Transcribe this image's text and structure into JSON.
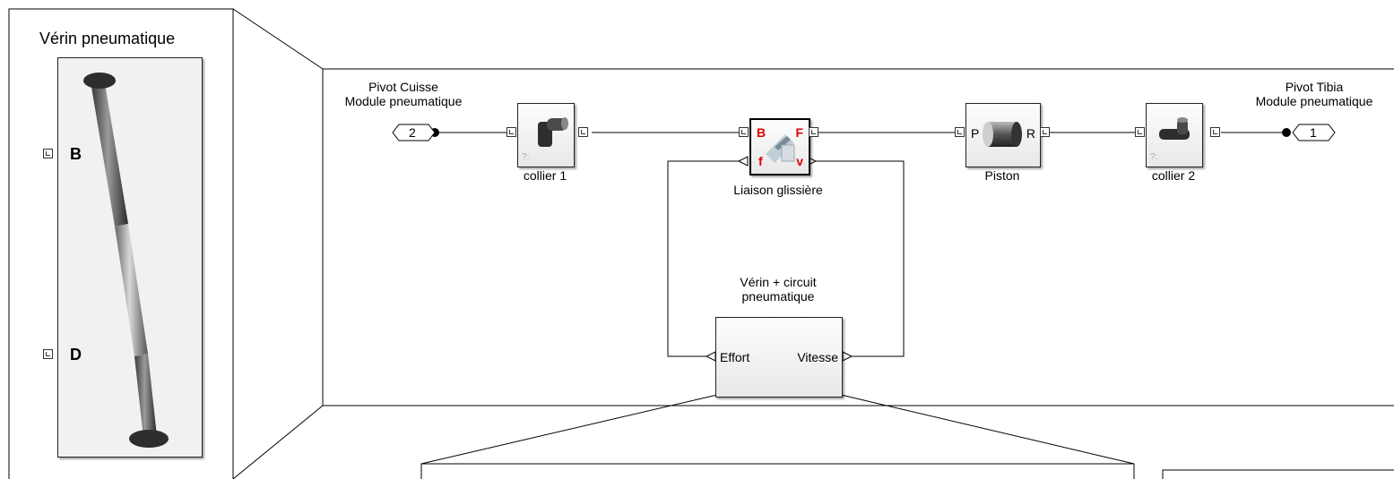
{
  "subsystem": {
    "title": "Vérin pneumatique",
    "ports": [
      "B",
      "D"
    ]
  },
  "blocks": {
    "inport_left": {
      "label_line1": "Pivot Cuisse",
      "label_line2": "Module pneumatique",
      "number": "2"
    },
    "inport_right": {
      "label_line1": "Pivot Tibia",
      "label_line2": "Module pneumatique",
      "number": "1"
    },
    "collier1": {
      "label": "collier 1",
      "badge": "?:"
    },
    "liaison": {
      "label": "Liaison glissière",
      "port_b": "B",
      "port_f": "F",
      "port_f_small": "f",
      "port_v": "v"
    },
    "piston": {
      "label": "Piston",
      "port_p": "P",
      "port_r": "R"
    },
    "collier2": {
      "label": "collier 2",
      "badge": "?:"
    },
    "verin": {
      "label_line1": "Vérin + circuit",
      "label_line2": "pneumatique",
      "in_label": "Effort",
      "out_label": "Vitesse"
    }
  },
  "colors": {
    "signal_red": "#e00000",
    "block_fill": "#ececec",
    "line": "#000000"
  }
}
